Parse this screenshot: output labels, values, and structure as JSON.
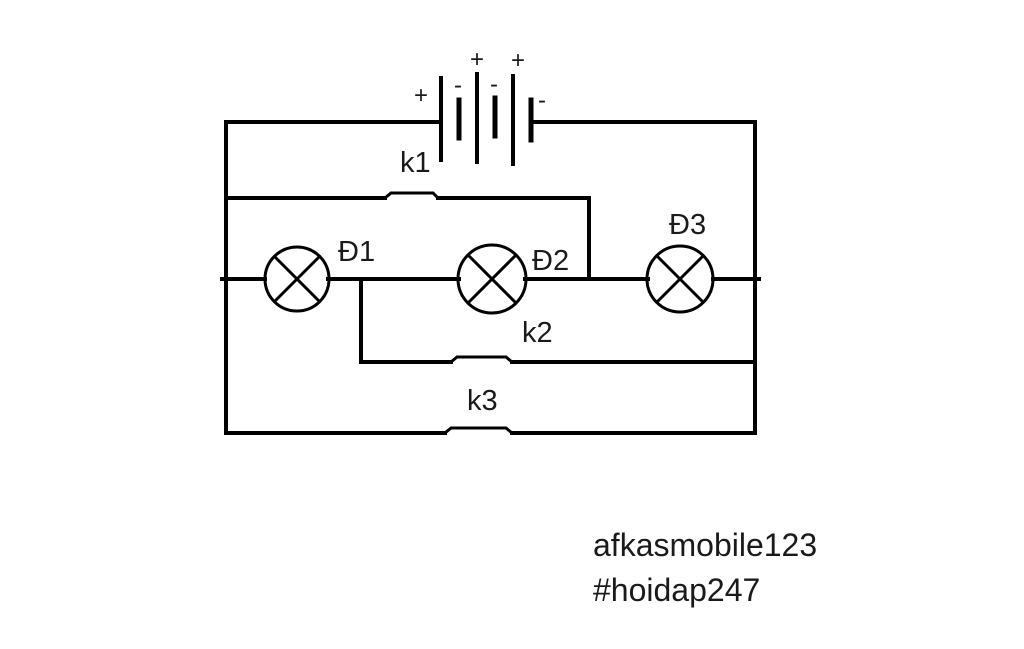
{
  "diagram": {
    "type": "electric-circuit",
    "battery": {
      "cells": 3,
      "sign_labels": [
        "+",
        "-",
        "+",
        "-",
        "+",
        "-"
      ]
    },
    "lamps": [
      {
        "label": "Đ1",
        "icon": "lamp-cross-symbol"
      },
      {
        "label": "Đ2",
        "icon": "lamp-cross-symbol"
      },
      {
        "label": "Đ3",
        "icon": "lamp-cross-symbol"
      }
    ],
    "switches": [
      {
        "label": "k1",
        "state": "closed"
      },
      {
        "label": "k2",
        "state": "closed"
      },
      {
        "label": "k3",
        "state": "closed"
      }
    ]
  },
  "credits": {
    "author": "afkasmobile123",
    "tag": "#hoidap247"
  }
}
